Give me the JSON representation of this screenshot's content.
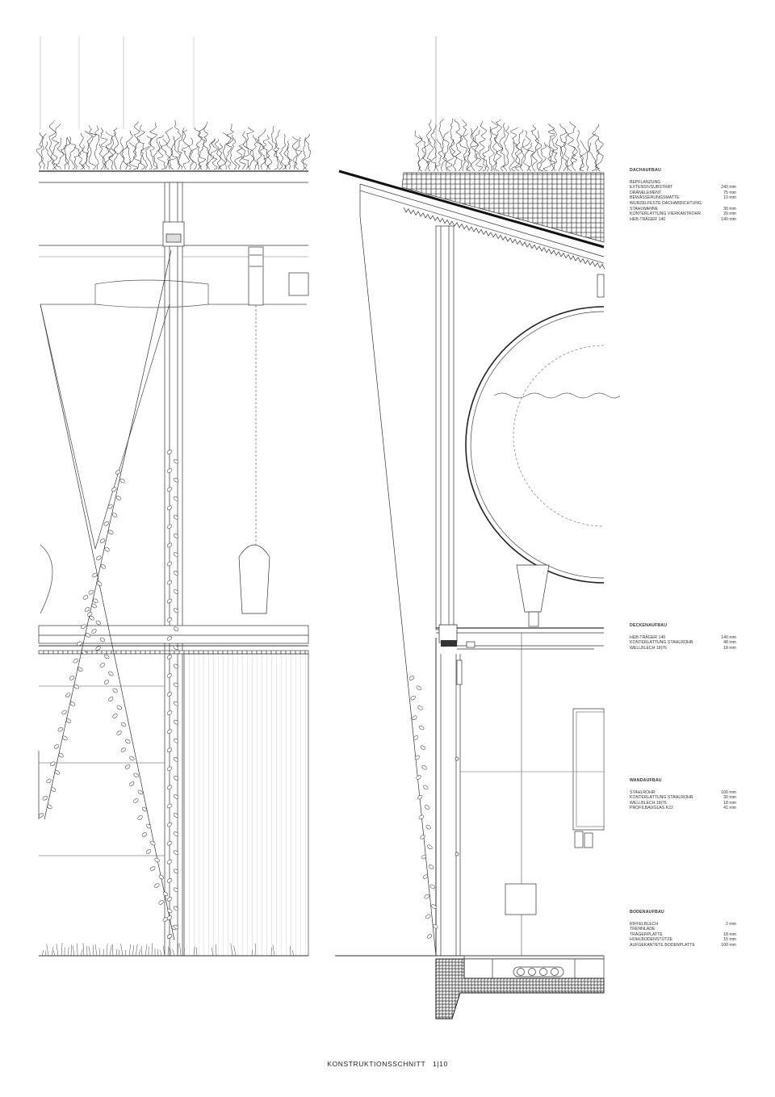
{
  "caption": "KONSTRUKTIONSSCHNITT   1|10",
  "legends": [
    {
      "heading": "DACHAUFBAU",
      "rows": [
        {
          "label": "BEPFLANZUNG",
          "value": ""
        },
        {
          "label": "EXTENSIVSUBSTRAT",
          "value": "240 mm"
        },
        {
          "label": "DRÄNELEMENT",
          "value": "75 mm"
        },
        {
          "label": "BEWÄSSERUNGSMATTE",
          "value": "10 mm"
        },
        {
          "label": "WURZELFESTE DACHABDICHTUNG",
          "value": ""
        },
        {
          "label": "STAHLWANNE",
          "value": "30 mm"
        },
        {
          "label": "KONTERLATTUNG VIERKANTROHR",
          "value": "20 mm"
        },
        {
          "label": "HEB-TRÄGER 140",
          "value": "140 mm"
        }
      ]
    },
    {
      "heading": "DECKENAUFBAU",
      "rows": [
        {
          "label": "HEB-TRÄGER 140",
          "value": "140 mm"
        },
        {
          "label": "KONTERLATTUNG STAHLROHR",
          "value": "48 mm"
        },
        {
          "label": "WELLBLECH 18|76",
          "value": "18 mm"
        }
      ]
    },
    {
      "heading": "WANDAUFBAU",
      "rows": [
        {
          "label": "STAHLROHR",
          "value": "100 mm"
        },
        {
          "label": "KONTERLATTUNG STAHLROHR",
          "value": "30 mm"
        },
        {
          "label": "WELLBLECH 18|76",
          "value": "18 mm"
        },
        {
          "label": "PROFILBAUGLAS K22",
          "value": "41 mm"
        }
      ]
    },
    {
      "heading": "BODENAUFBAU",
      "rows": [
        {
          "label": "RIFFELBLECH",
          "value": "2 mm"
        },
        {
          "label": "TRENNLADE",
          "value": ""
        },
        {
          "label": "TRÄGERPLATTE",
          "value": "18 mm"
        },
        {
          "label": "HOHLBODENSTÜTZE",
          "value": "15 mm"
        },
        {
          "label": "AUFGEKANTETE BODENPLATTE",
          "value": "100 mm"
        }
      ]
    }
  ]
}
